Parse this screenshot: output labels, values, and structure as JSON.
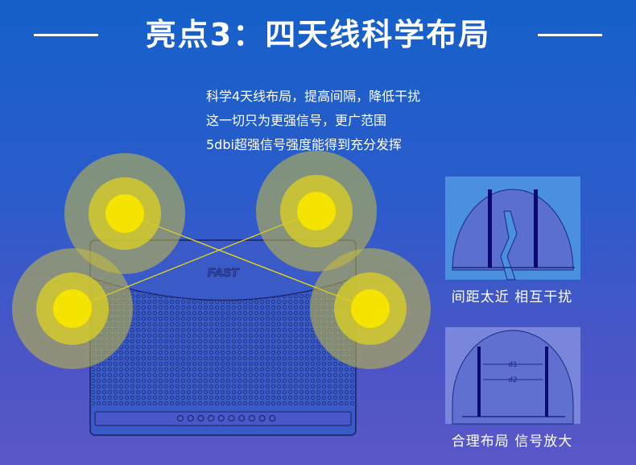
{
  "title": "亮点3：四天线科学布局",
  "subtitle": [
    "科学4天线布局，提高间隔，降低干扰",
    "这一切只为更强信号，更广范围",
    "5dbi超强信号强度能得到充分发挥"
  ],
  "router": {
    "brand": "FAST",
    "led_count": 10
  },
  "panels": [
    {
      "label": "间距太近  相互干扰"
    },
    {
      "label": "合理布局  信号放大",
      "d1": "d1",
      "d2": "d2"
    }
  ],
  "colors": {
    "signal": "#f5e400",
    "halo": "#c8c040"
  }
}
